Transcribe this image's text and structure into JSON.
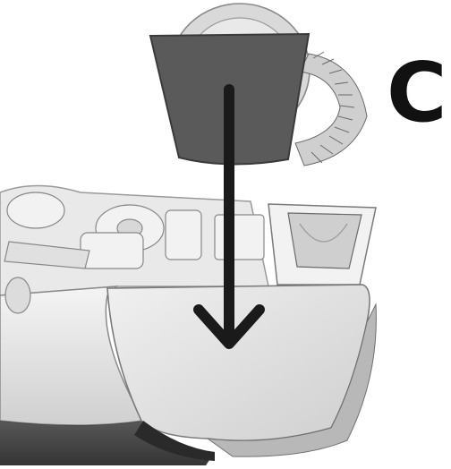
{
  "figure": {
    "step_label": "C",
    "parts": {
      "cartridge": "filter-cartridge",
      "housing": "device-housing",
      "receptacle": "cartridge-receptacle",
      "indicator": "insert-down-arrow"
    },
    "colors": {
      "cartridge": "#5a5a5a",
      "arrow": "#1a1a1a",
      "housing": "#e6e6e6",
      "outline": "#8a8a8a",
      "background": "#ffffff"
    }
  }
}
